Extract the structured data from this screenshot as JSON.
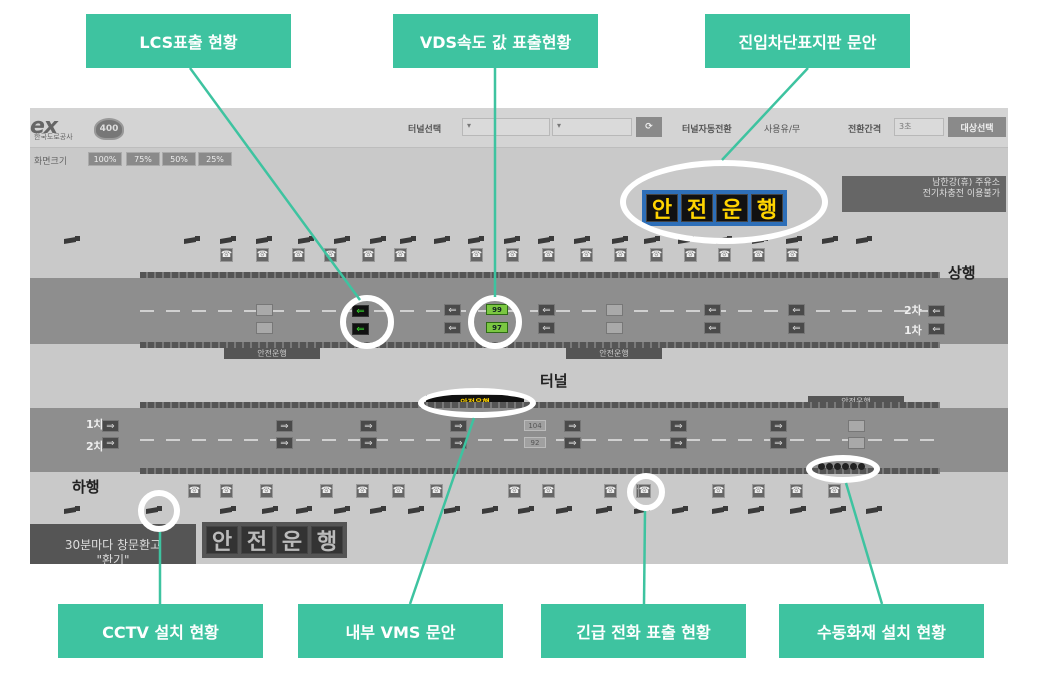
{
  "callouts": {
    "lcs": "LCS표출 현황",
    "vds": "VDS속도 값 표출현황",
    "vms_entry": "진입차단표지판 문안",
    "cctv": "CCTV 설치 현황",
    "inner_vms": "내부 VMS 문안",
    "phone": "긴급 전화 표출 현황",
    "fire": "수동화재 설치 현황"
  },
  "topbar": {
    "logo": "ex",
    "logo_sub": "한국도로공사",
    "highway_no": "400",
    "tunnel_select_label": "터널선택",
    "auto_switch_label": "터널자동전환",
    "use_toggle": "사용유/무",
    "interval_label": "전환간격",
    "interval_value": "3초",
    "target_button": "대상선택",
    "refresh_icon": "refresh-icon"
  },
  "zoom": {
    "label": "화면크기",
    "options": [
      "100%",
      "75%",
      "50%",
      "25%"
    ]
  },
  "road": {
    "up_label": "상행",
    "down_label": "하행",
    "tunnel_label": "터널",
    "lane2_up": "2차",
    "lane1_up": "1차",
    "lane1_down": "1차",
    "lane2_down": "2차",
    "safe_drive": "안전운행"
  },
  "vds": {
    "up_lane2": "99",
    "up_lane1": "97",
    "down_lane1": "104",
    "down_lane2": "92"
  },
  "vms_entry": [
    "안",
    "전",
    "운",
    "행"
  ],
  "vms_bottom": [
    "안",
    "전",
    "운",
    "행"
  ],
  "info_top_right": [
    "남한강(휴) 주유소",
    "전기차충전 이용불가"
  ],
  "info_bottom_left": [
    "30분마다 창문환고",
    "\"환기\""
  ]
}
